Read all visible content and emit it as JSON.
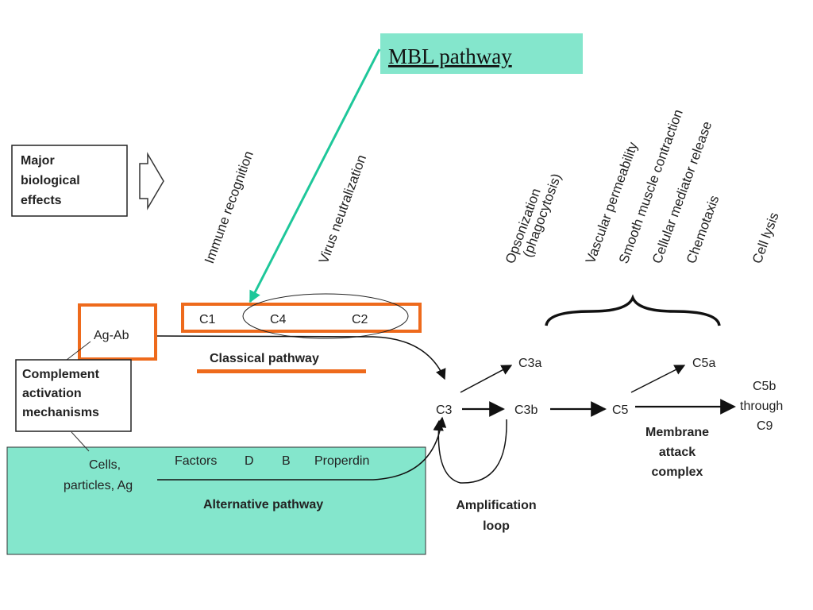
{
  "mbl": {
    "label": "MBL pathway",
    "fill": "#84e6cc"
  },
  "effects_box": {
    "line1": "Major",
    "line2": "biological",
    "line3": "effects"
  },
  "effects": [
    {
      "line1": "Immune recognition",
      "line2": ""
    },
    {
      "line1": "Virus neutralization",
      "line2": ""
    },
    {
      "line1": "Opsonization",
      "line2": "(phagocytosis)"
    },
    {
      "line1": "Vascular permeability",
      "line2": ""
    },
    {
      "line1": "Smooth muscle contraction",
      "line2": ""
    },
    {
      "line1": "Cellular mediator release",
      "line2": ""
    },
    {
      "line1": "Chemotaxis",
      "line2": ""
    },
    {
      "line1": "Cell lysis",
      "line2": ""
    }
  ],
  "classical": {
    "c1": "C1",
    "c4": "C4",
    "c2": "C2",
    "ag_ab": "Ag-Ab",
    "title": "Classical pathway",
    "accent": "#ee6a1c"
  },
  "mechanisms": {
    "line1": "Complement",
    "line2": "activation",
    "line3": "mechanisms"
  },
  "alternative": {
    "cells_line1": "Cells,",
    "cells_line2": "particles, Ag",
    "factors": "Factors",
    "d": "D",
    "b": "B",
    "properdin": "Properdin",
    "title": "Alternative pathway",
    "fill": "#84e6cc"
  },
  "cascade": {
    "c3": "C3",
    "c3a": "C3a",
    "c3b": "C3b",
    "c5": "C5",
    "c5a": "C5a",
    "c5b_line1": "C5b",
    "c5b_line2": "through",
    "c5b_line3": "C9"
  },
  "mac": {
    "line1": "Membrane",
    "line2": "attack",
    "line3": "complex"
  },
  "amplification": {
    "line1": "Amplification",
    "line2": "loop"
  },
  "colors": {
    "mbl_arrow": "#1ec79a",
    "text": "#222222"
  }
}
